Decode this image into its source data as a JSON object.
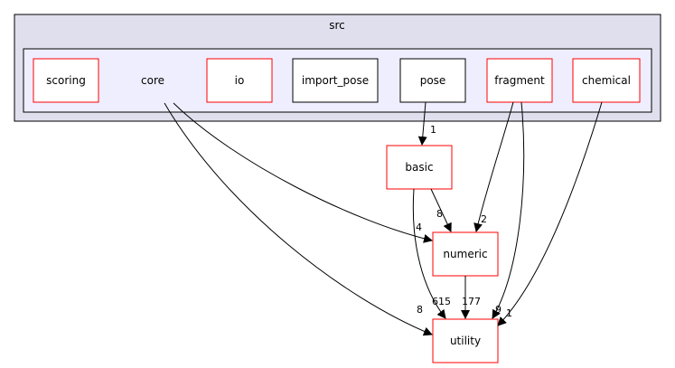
{
  "diagram": {
    "cluster_outer_label": "src",
    "cluster_inner_label": "core",
    "nodes": {
      "scoring": "scoring",
      "io": "io",
      "import_pose": "import_pose",
      "pose": "pose",
      "fragment": "fragment",
      "chemical": "chemical",
      "basic": "basic",
      "numeric": "numeric",
      "utility": "utility"
    },
    "edge_labels": {
      "pose_basic": "1",
      "basic_numeric": "8",
      "fragment_numeric": "2",
      "core_numeric": "4",
      "basic_utility": "615",
      "numeric_utility": "177",
      "core_utility": "8",
      "fragment_utility": "9",
      "chemical_utility": "1"
    },
    "colors": {
      "outer_fill": "#dfdfee",
      "inner_fill": "#eeeeff",
      "red_border": "#ff0000",
      "black_border": "#000000"
    }
  }
}
